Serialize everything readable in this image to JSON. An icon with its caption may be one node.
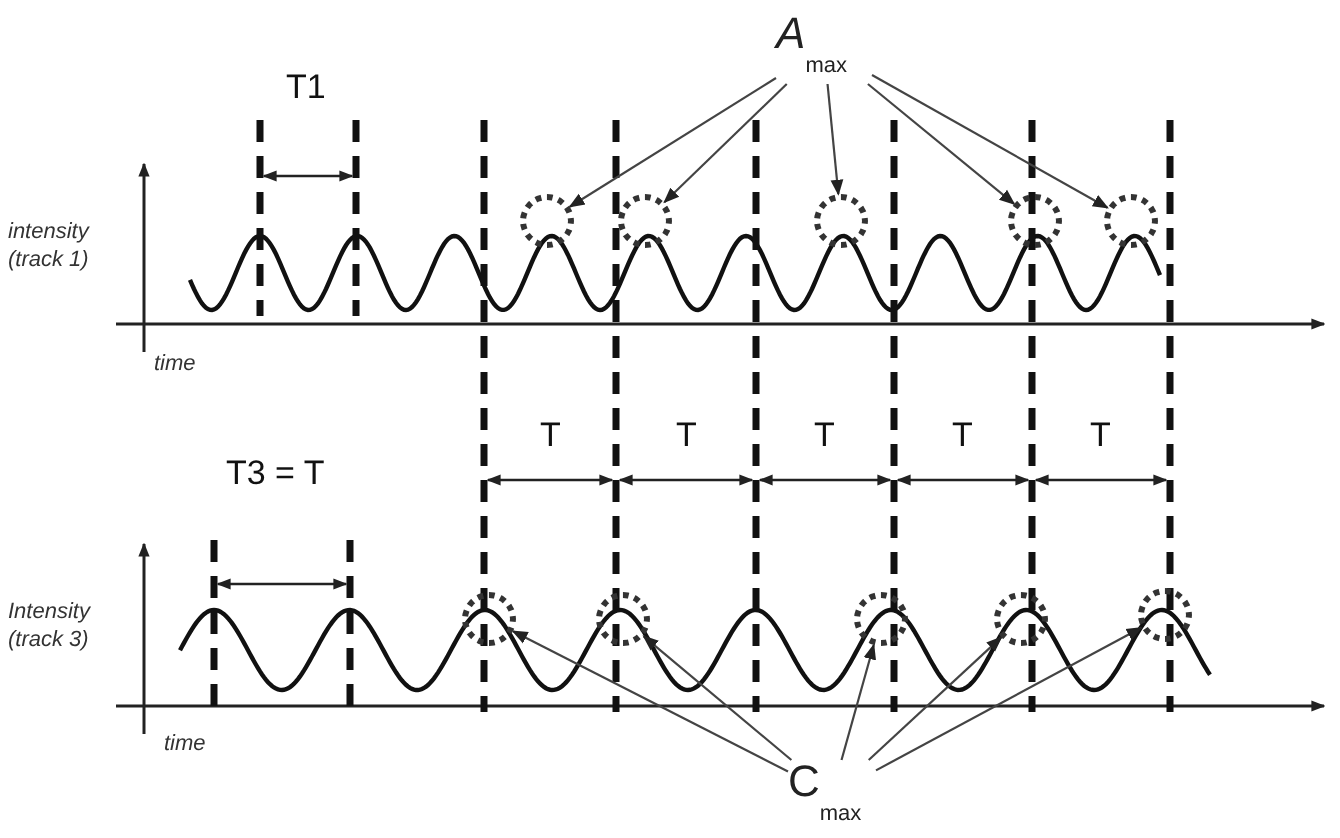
{
  "diagram": {
    "nodes": [
      {
        "text": [
          "*A*$_{max}$"
        ]
      },
      {
        "text": [],
        "shape": "circle"
      },
      {
        "text": [],
        "shape": "circle"
      },
      {
        "text": [],
        "shape": "circle"
      },
      {
        "text": [],
        "shape": "circle"
      },
      {
        "text": [],
        "shape": "circle"
      },
      {
        "text": [],
        "shape": "circle"
      },
      {
        "text": [],
        "shape": "circle"
      },
      {
        "text": [],
        "shape": "circle"
      },
      {
        "text": [],
        "shape": "circle"
      },
      {
        "text": [],
        "shape": "circle"
      },
      {
        "text": [
          "C$_{max}$"
        ]
      }
    ],
    "edges": [
      {
        "from": 0,
        "to": 1,
        "arrow": "to"
      },
      {
        "from": 0,
        "to": 2,
        "arrow": "to"
      },
      {
        "from": 0,
        "to": 3,
        "arrow": "to"
      },
      {
        "from": 0,
        "to": 4,
        "arrow": "to"
      },
      {
        "from": 0,
        "to": 5,
        "arrow": "to"
      },
      {
        "from": 11,
        "to": 6,
        "arrow": "to"
      },
      {
        "from": 11,
        "to": 7,
        "arrow": "to"
      },
      {
        "from": 11,
        "to": 8,
        "arrow": "to"
      },
      {
        "from": 11,
        "to": 9,
        "arrow": "to"
      },
      {
        "from": 11,
        "to": 10,
        "arrow": "to"
      }
    ],
    "labels": [
      "T1",
      "intensity (track 1)",
      "time",
      "T",
      "T",
      "T",
      "T",
      "T",
      "T3 = T",
      "Intensity (track 3)",
      "time"
    ]
  }
}
